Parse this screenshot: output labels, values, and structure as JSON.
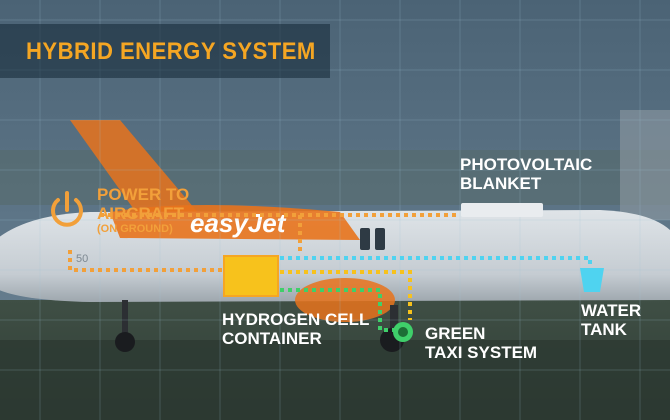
{
  "title": "HYBRID ENERGY SYSTEM",
  "aircraft_livery": "easyJet",
  "aircraft_number": "50",
  "components": {
    "power_to_aircraft": {
      "line1": "POWER TO",
      "line2": "AIRCRAFT",
      "sub": "(ON GROUND)"
    },
    "photovoltaic_blanket": {
      "line1": "PHOTOVOLTAIC",
      "line2": "BLANKET"
    },
    "hydrogen_cell_container": {
      "line1": "HYDROGEN CELL",
      "line2": "CONTAINER"
    },
    "green_taxi_system": {
      "line1": "GREEN",
      "line2": "TAXI SYSTEM"
    },
    "water_tank": {
      "line1": "WATER",
      "line2": "TANK"
    }
  },
  "colors": {
    "accent_orange": "#f5a623",
    "hydrogen_yellow": "#f7c21c",
    "green_taxi": "#3fcf6a",
    "water_cyan": "#4fd3f0",
    "power_orange": "#f2a03a",
    "livery_orange": "#e8731c",
    "text_white": "#ffffff"
  },
  "icons": [
    "power-icon",
    "water-tank-icon",
    "green-taxi-dot-icon"
  ]
}
